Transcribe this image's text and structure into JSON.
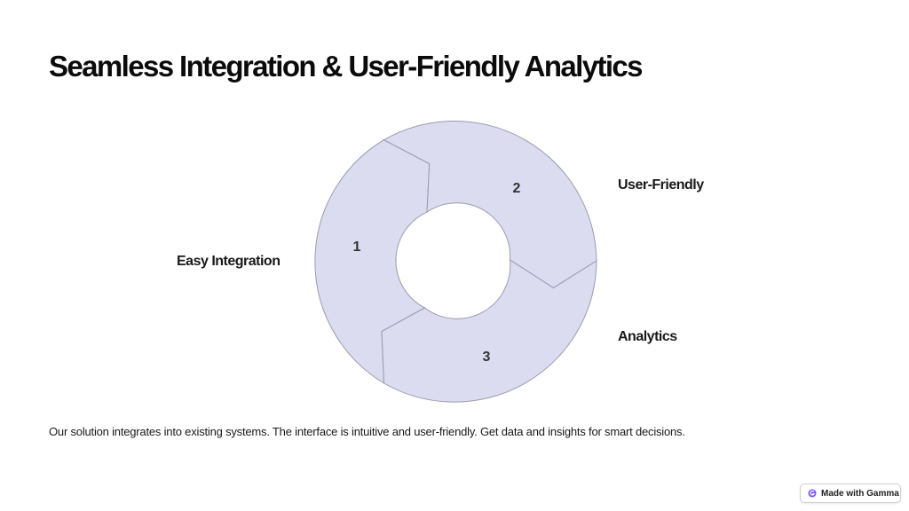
{
  "slide": {
    "title": "Seamless Integration & User-Friendly Analytics",
    "description": "Our solution integrates into existing systems. The interface is intuitive and user-friendly. Get data and insights for smart decisions."
  },
  "cycle": {
    "segments": [
      {
        "number": "1",
        "label": "Easy Integration"
      },
      {
        "number": "2",
        "label": "User-Friendly"
      },
      {
        "number": "3",
        "label": "Analytics"
      }
    ],
    "fill_color": "#dcdcf0",
    "stroke_color": "#9a9ab0"
  },
  "badge": {
    "label": "Made with Gamma",
    "icon": "gamma-logo-icon"
  }
}
